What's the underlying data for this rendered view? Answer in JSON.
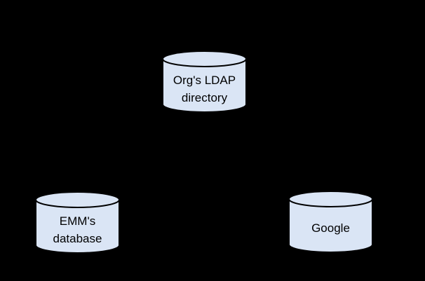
{
  "diagram": {
    "background_color": "#000000",
    "node_fill": "#dae5f5",
    "node_stroke": "#000000",
    "node_text_color": "#000000",
    "nodes": [
      {
        "id": "orgs-ldap-directory",
        "shape": "database-cylinder",
        "lines": [
          "Org's LDAP",
          "directory"
        ]
      },
      {
        "id": "emms-database",
        "shape": "database-cylinder",
        "lines": [
          "EMM's",
          "database"
        ]
      },
      {
        "id": "google",
        "shape": "database-cylinder",
        "lines": [
          "Google"
        ]
      }
    ]
  }
}
